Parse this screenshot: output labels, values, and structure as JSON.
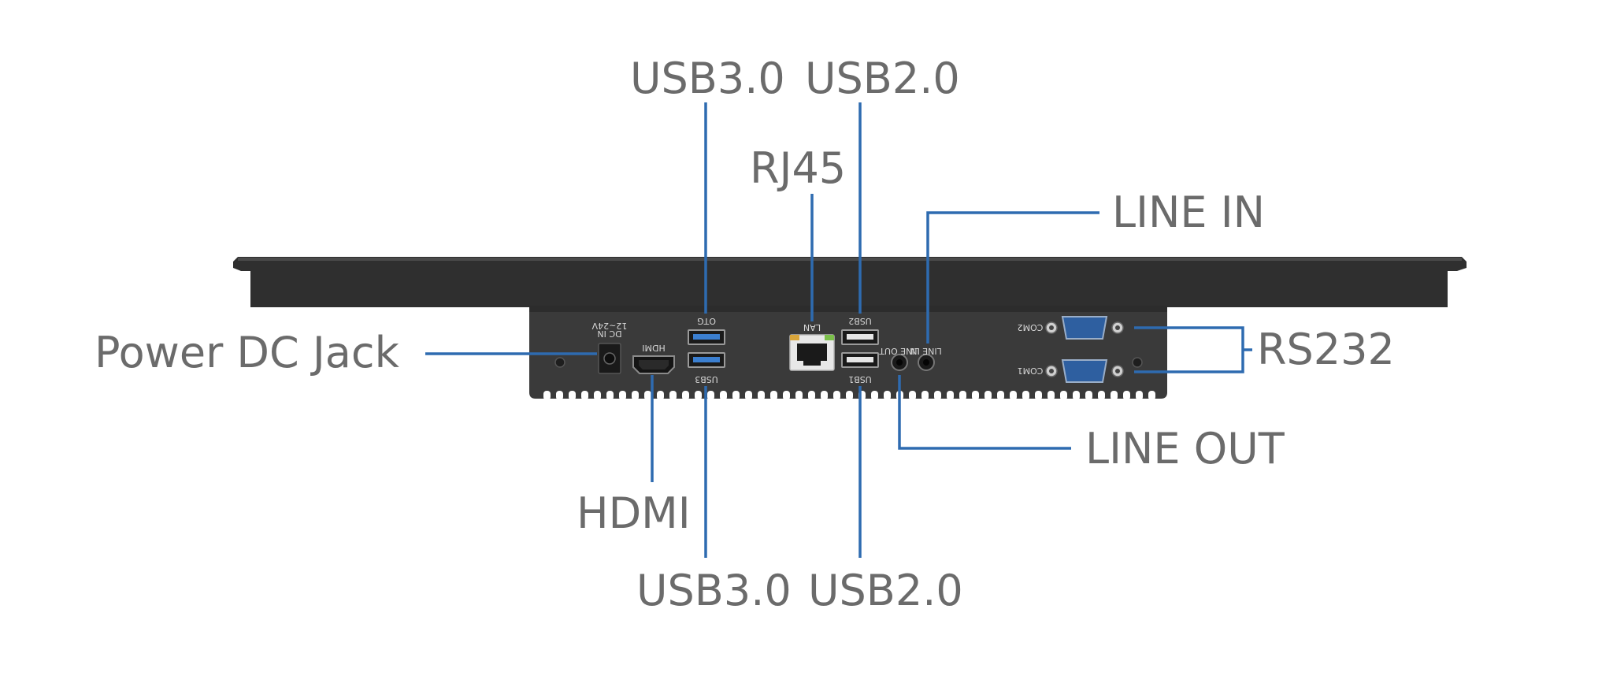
{
  "callouts": {
    "usb3_top": "USB3.0",
    "usb2_top": "USB2.0",
    "rj45": "RJ45",
    "line_in": "LINE IN",
    "power_dc_jack": "Power DC Jack",
    "rs232": "RS232",
    "line_out": "LINE OUT",
    "hdmi": "HDMI",
    "usb3_bottom": "USB3.0",
    "usb2_bottom": "USB2.0"
  },
  "port_labels": {
    "dc_in": "DC IN",
    "dc_voltage": "12~24V",
    "hdmi": "HDMI",
    "otg": "OTG",
    "usb3": "USB3",
    "lan": "LAN",
    "usb2": "USB2",
    "usb1": "USB1",
    "line_out": "LINE OUT",
    "line_in": "LINE IN",
    "com2": "COM2",
    "com1": "COM1"
  },
  "colors": {
    "leader_line": "#2e6bb0",
    "label_text": "#6b6b6b",
    "device_body": "#3a3a3a",
    "usb3_port": "#3b7fd0"
  }
}
